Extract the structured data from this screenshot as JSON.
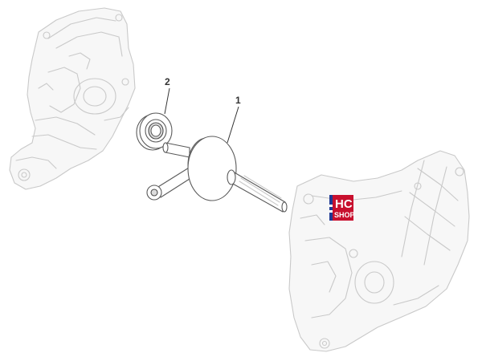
{
  "callouts": [
    {
      "id": "1",
      "label": "1",
      "part": "crankshaft"
    },
    {
      "id": "2",
      "label": "2",
      "part": "bearing"
    }
  ],
  "logo": {
    "line1": "HC",
    "line2": "SHOP",
    "colors": {
      "background": "#c8102e",
      "stripe_blue": "#1f3a93",
      "text": "#ffffff"
    }
  },
  "colors": {
    "ghost_outline": "#c9c9c9",
    "part_outline": "#5a5a5a",
    "callout_text": "#333333"
  }
}
